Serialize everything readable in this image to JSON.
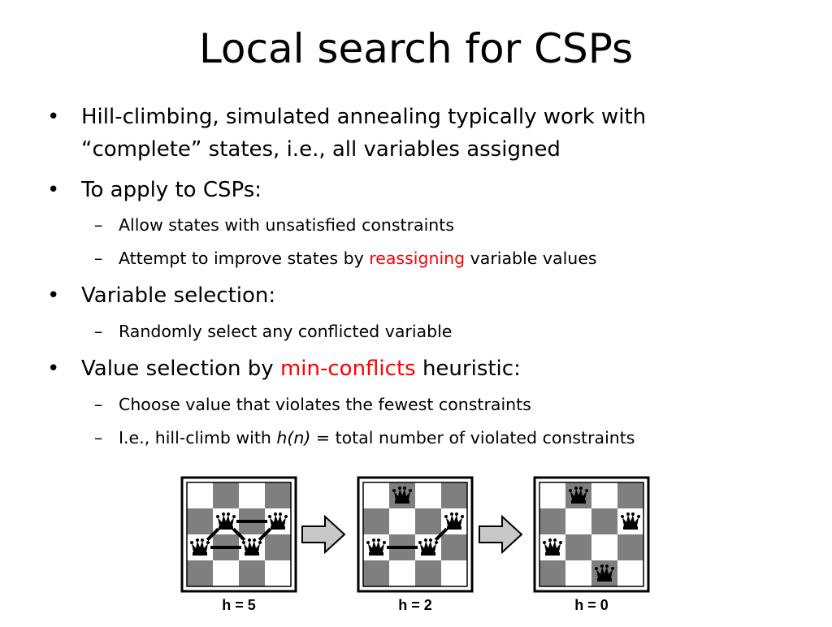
{
  "slide": {
    "title": "Local search for CSPs",
    "highlight_color": "#ff0000",
    "bullets": [
      {
        "level": 1,
        "segments": [
          {
            "text": "Hill-climbing, simulated annealing typically work with"
          }
        ]
      },
      {
        "level": 1,
        "continuation": true,
        "segments": [
          {
            "text": "“complete” states, i.e., all variables assigned"
          }
        ]
      },
      {
        "level": 1,
        "segments": [
          {
            "text": "To apply to CSPs:"
          }
        ]
      },
      {
        "level": 2,
        "segments": [
          {
            "text": "Allow states with unsatisfied constraints"
          }
        ]
      },
      {
        "level": 2,
        "segments": [
          {
            "text": "Attempt to improve states by "
          },
          {
            "text": "reassigning",
            "style": "highlight"
          },
          {
            "text": " variable values"
          }
        ]
      },
      {
        "level": 1,
        "segments": [
          {
            "text": "Variable selection:"
          }
        ]
      },
      {
        "level": 2,
        "segments": [
          {
            "text": "Randomly select any conflicted variable"
          }
        ]
      },
      {
        "level": 1,
        "segments": [
          {
            "text": "Value selection by "
          },
          {
            "text": "min-conflicts",
            "style": "highlight"
          },
          {
            "text": " heuristic:"
          }
        ]
      },
      {
        "level": 2,
        "segments": [
          {
            "text": "Choose value that violates the fewest constraints"
          }
        ]
      },
      {
        "level": 2,
        "segments": [
          {
            "text": "I.e., hill-climb with "
          },
          {
            "text": "h(n)",
            "style": "italic"
          },
          {
            "text": " = total number of violated constraints"
          }
        ]
      }
    ]
  },
  "boards": [
    {
      "label": "h = 5",
      "queens": [
        {
          "col": 0,
          "row": 2
        },
        {
          "col": 1,
          "row": 1
        },
        {
          "col": 2,
          "row": 2
        },
        {
          "col": 3,
          "row": 1
        }
      ]
    },
    {
      "label": "h = 2",
      "queens": [
        {
          "col": 0,
          "row": 2
        },
        {
          "col": 1,
          "row": 0
        },
        {
          "col": 2,
          "row": 2
        },
        {
          "col": 3,
          "row": 1
        }
      ]
    },
    {
      "label": "h = 0",
      "queens": [
        {
          "col": 0,
          "row": 2
        },
        {
          "col": 1,
          "row": 0
        },
        {
          "col": 2,
          "row": 3
        },
        {
          "col": 3,
          "row": 1
        }
      ]
    }
  ],
  "colors": {
    "dark_square": "#7f7f7f",
    "light_square": "#ffffff",
    "arrow_fill": "#c8c8c8"
  },
  "icons": {
    "queen": "chess-queen-icon",
    "arrow": "right-arrow-icon"
  }
}
